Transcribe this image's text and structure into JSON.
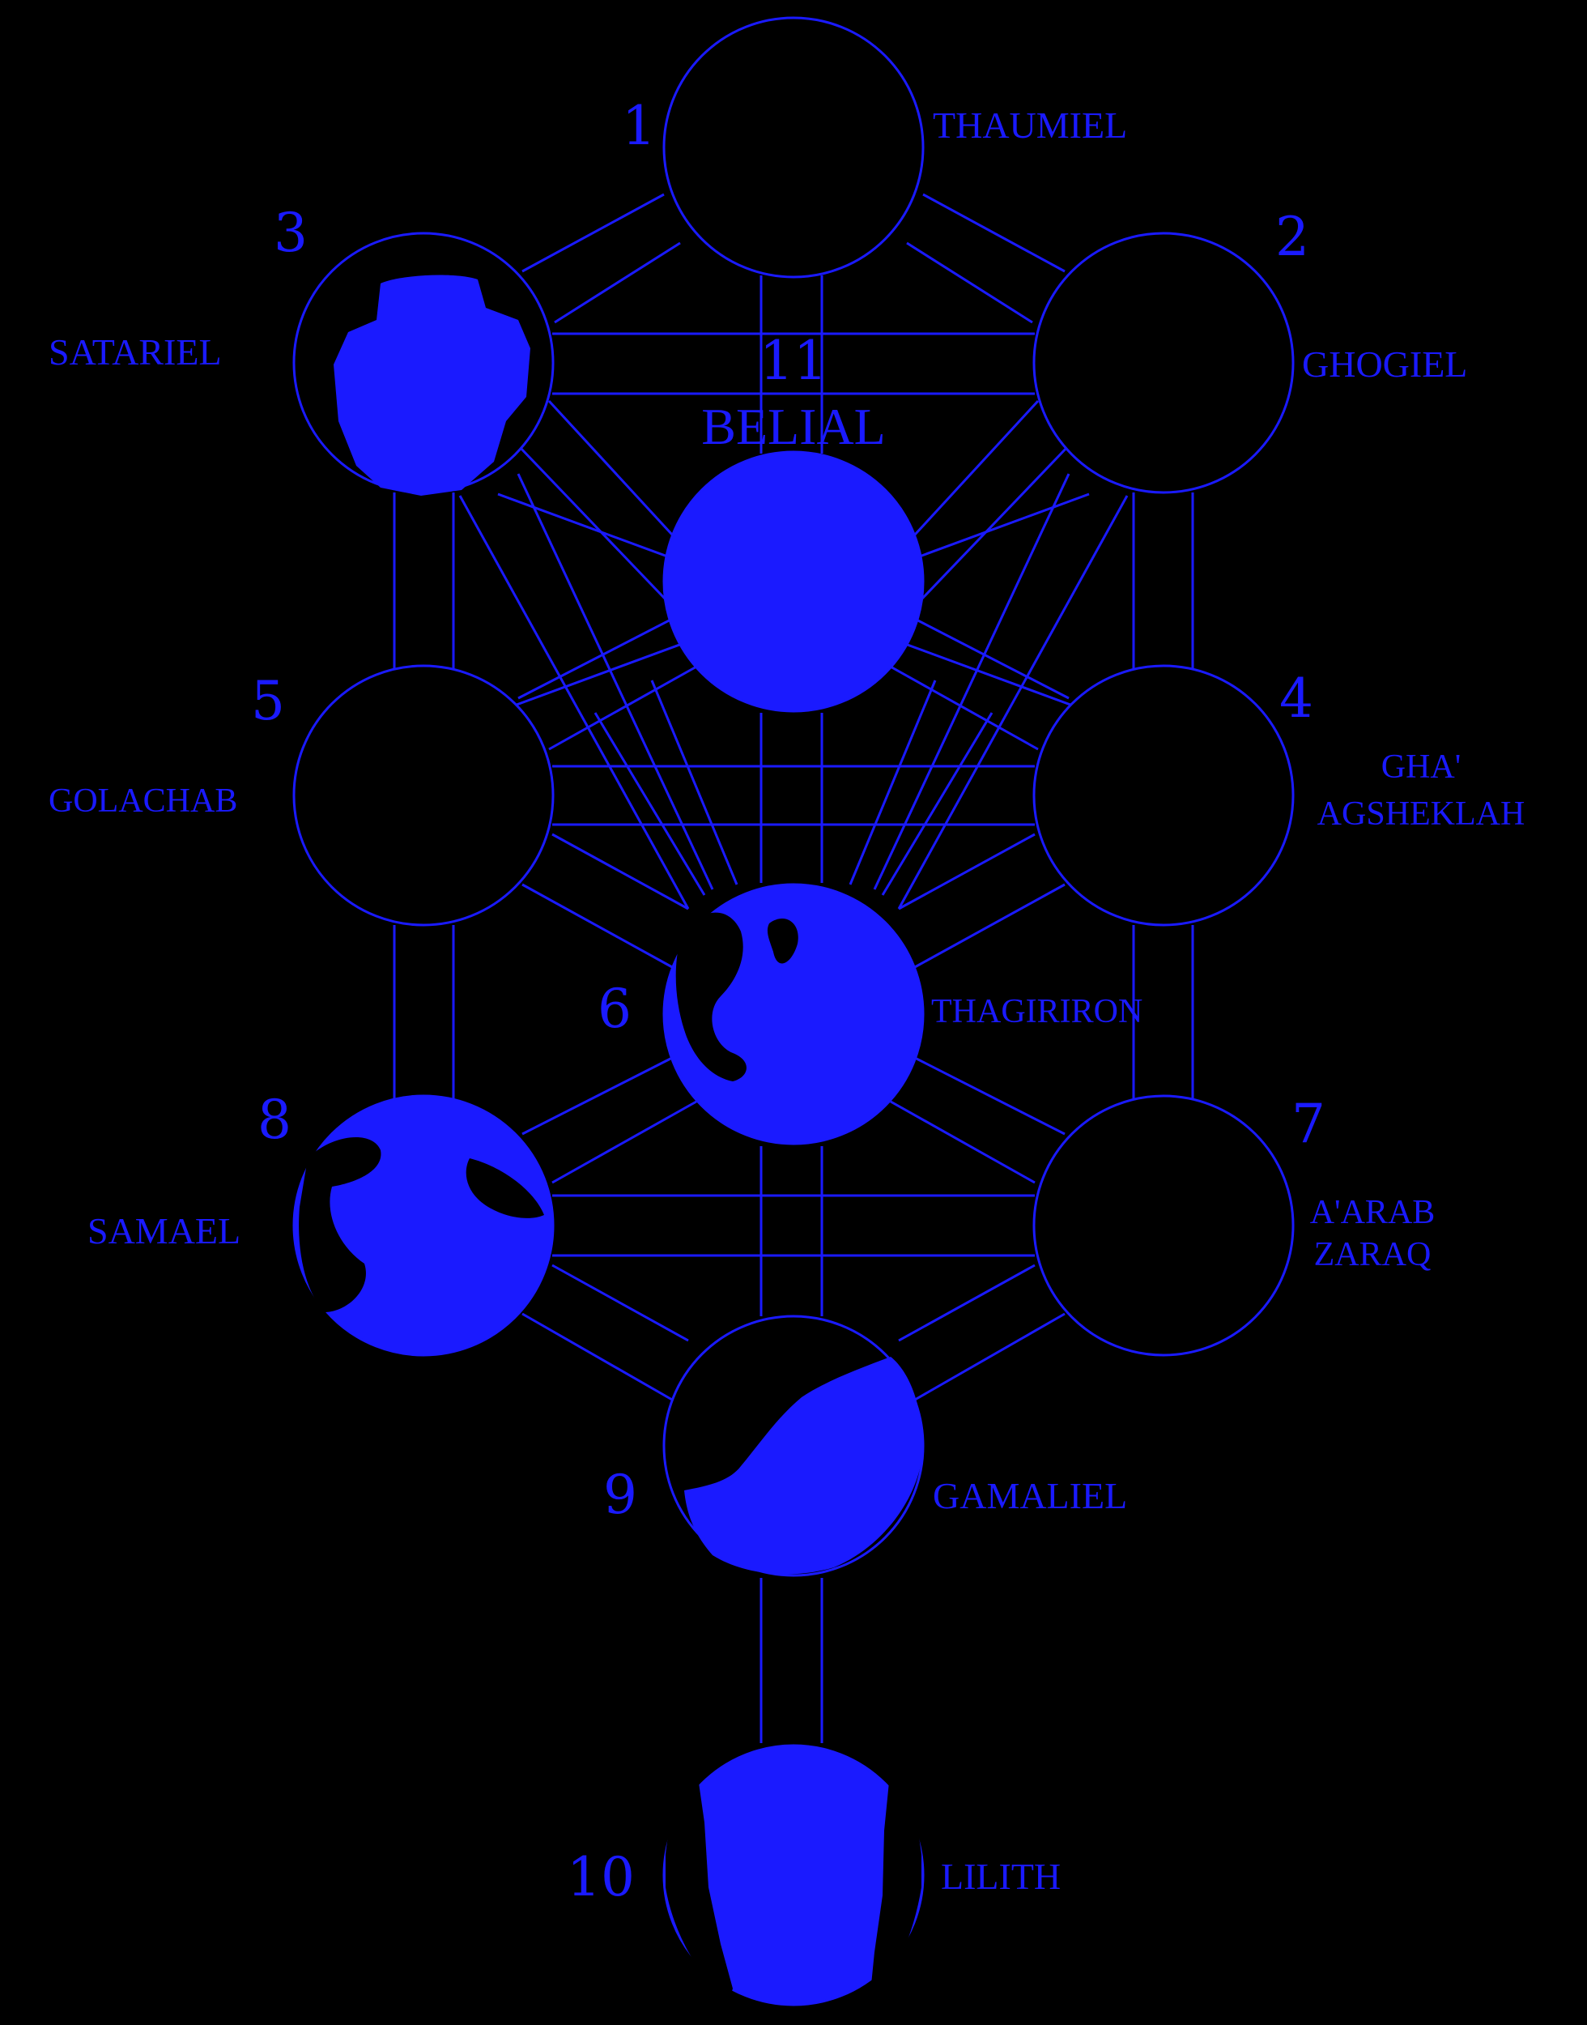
{
  "colors": {
    "background": "#000000",
    "stroke": "#1a1aff",
    "fill": "#1a1aff"
  },
  "nodes": [
    {
      "number": "1",
      "name": "THAUMIEL"
    },
    {
      "number": "2",
      "name": "GHOGIEL"
    },
    {
      "number": "3",
      "name": "SATARIEL"
    },
    {
      "number": "4",
      "name_line1": "GHA'",
      "name_line2": "AGSHEKLAH"
    },
    {
      "number": "5",
      "name": "GOLACHAB"
    },
    {
      "number": "6",
      "name": "THAGIRIRON"
    },
    {
      "number": "7",
      "name_line1": "A'ARAB",
      "name_line2": "ZARAQ"
    },
    {
      "number": "8",
      "name": "SAMAEL"
    },
    {
      "number": "9",
      "name": "GAMALIEL"
    },
    {
      "number": "10",
      "name": "LILITH"
    },
    {
      "number": "11",
      "name": "BELIAL"
    }
  ]
}
